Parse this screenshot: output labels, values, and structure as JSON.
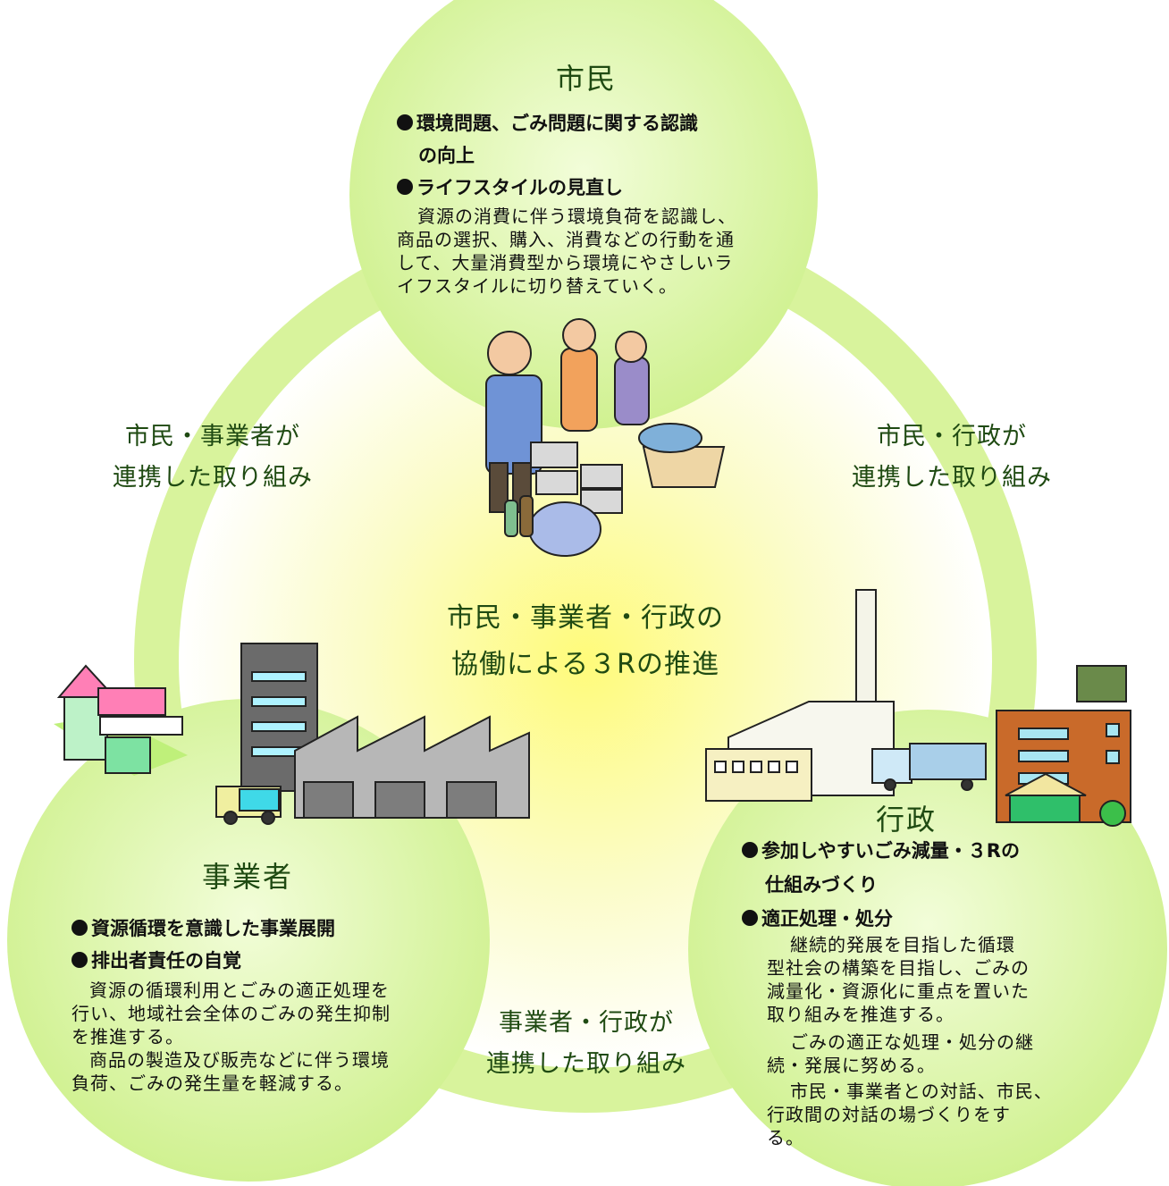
{
  "citizens": {
    "title": "市民",
    "bullets": [
      "環境問題、ごみ問題に関する認識",
      "の向上",
      "ライフスタイルの見直し"
    ],
    "body": [
      "資源の消費に伴う環境負荷を認識し、",
      "商品の選択、購入、消費などの行動を通",
      "して、大量消費型から環境にやさしいラ",
      "イフスタイルに切り替えていく。"
    ]
  },
  "business": {
    "title": "事業者",
    "bullets": [
      "資源循環を意識した事業展開",
      "排出者責任の自覚"
    ],
    "body": [
      "資源の循環利用とごみの適正処理を",
      "行い、地域社会全体のごみの発生抑制",
      "を推進する。",
      "商品の製造及び販売などに伴う環境",
      "負荷、ごみの発生量を軽減する。"
    ]
  },
  "government": {
    "title": "行政",
    "bullets": [
      "参加しやすいごみ減量・３Rの",
      "仕組みづくり",
      "適正処理・処分"
    ],
    "body": [
      "継続的発展を目指した循環",
      "型社会の構築を目指し、ごみの",
      "減量化・資源化に重点を置いた",
      "取り組みを推進する。",
      "ごみの適正な処理・処分の継",
      "続・発展に努める。",
      "市民・事業者との対話、市民、",
      "行政間の対話の場づくりをす",
      "る。"
    ]
  },
  "links": {
    "citizens_business": [
      "市民・事業者が",
      "連携した取り組み"
    ],
    "citizens_government": [
      "市民・行政が",
      "連携した取り組み"
    ],
    "business_government": [
      "事業者・行政が",
      "連携した取り組み"
    ]
  },
  "center": [
    "市民・事業者・行政の",
    "協働による３Rの推進"
  ],
  "colors": {
    "circle": "#d9f59a",
    "ring": "#dcf5a8",
    "center_glow": "#fffb8f",
    "title_text": "#1f4a12"
  }
}
